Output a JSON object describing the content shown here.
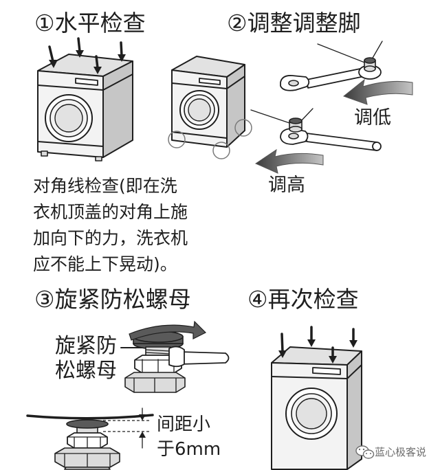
{
  "step1": {
    "title": "①水平检查",
    "description_lines": [
      "对角线检查(即在洗",
      "衣机顶盖的对角上施",
      "加向下的力，洗衣机",
      "应不能上下晃动)。"
    ]
  },
  "step2": {
    "title": "②调整调整脚",
    "lower_label": "调低",
    "raise_label": "调高"
  },
  "step3": {
    "title": "③旋紧防松螺母",
    "locknut_label_lines": [
      "旋紧防",
      "松螺母"
    ],
    "gap_label_lines": [
      "间距小",
      "于6mm"
    ]
  },
  "step4": {
    "title": "④再次检查"
  },
  "watermark": {
    "icon": "wechat-icon",
    "text": "蓝心极客说"
  },
  "colors": {
    "background": "#ffffff",
    "ink": "#1e1e1e",
    "front_face": "#f3f3f3",
    "top_face": "#e2e2e2",
    "side_face": "#c6c6c6",
    "metal_dark": "#5a5a5a",
    "metal_light": "#dcdcdc",
    "arrow_dark": "#3c3c3c",
    "arrow_light": "#c4c4c4",
    "highlight_circle": "#7a7a7a",
    "watermark": "#6e6e6e"
  }
}
